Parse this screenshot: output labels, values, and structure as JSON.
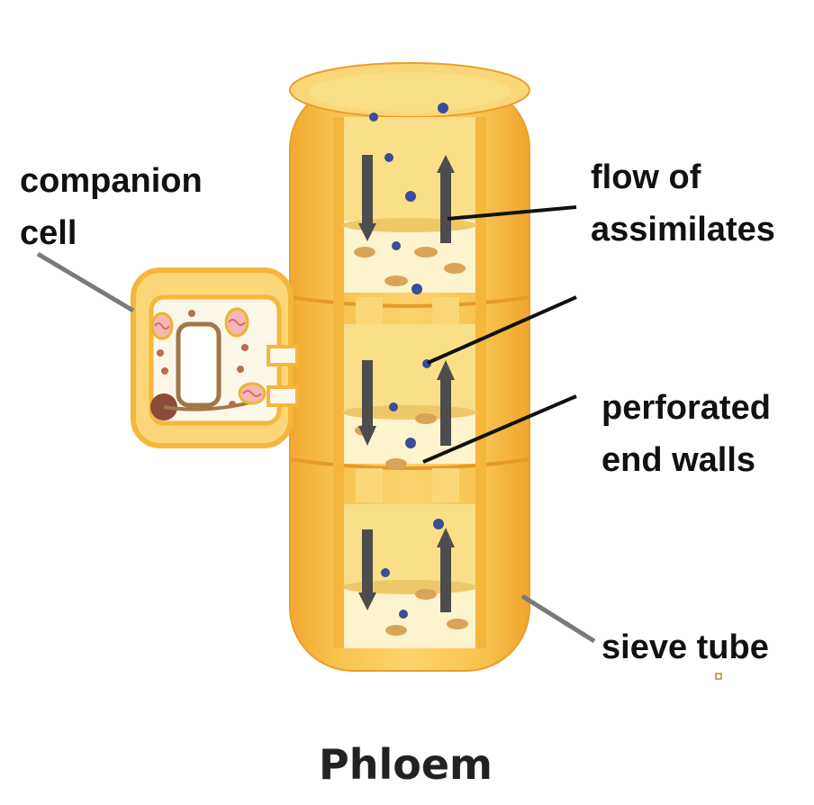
{
  "title": "Phloem",
  "labels": {
    "companion_line1": "companion",
    "companion_line2": "cell",
    "flow_line1": "flow of",
    "flow_line2": "assimilates",
    "perforated_line1": "perforated",
    "perforated_line2": "end walls",
    "sieve_tube": "sieve tube"
  },
  "colors": {
    "wall_outer": "#f5b63c",
    "wall_light": "#fcd779",
    "inner_fill": "#f9df87",
    "plate_fill": "#fdf3cc",
    "pore": "#d9a35a",
    "arrow": "#4d4d4d",
    "particle": "#3b4c9a",
    "pointer": "#111111"
  }
}
